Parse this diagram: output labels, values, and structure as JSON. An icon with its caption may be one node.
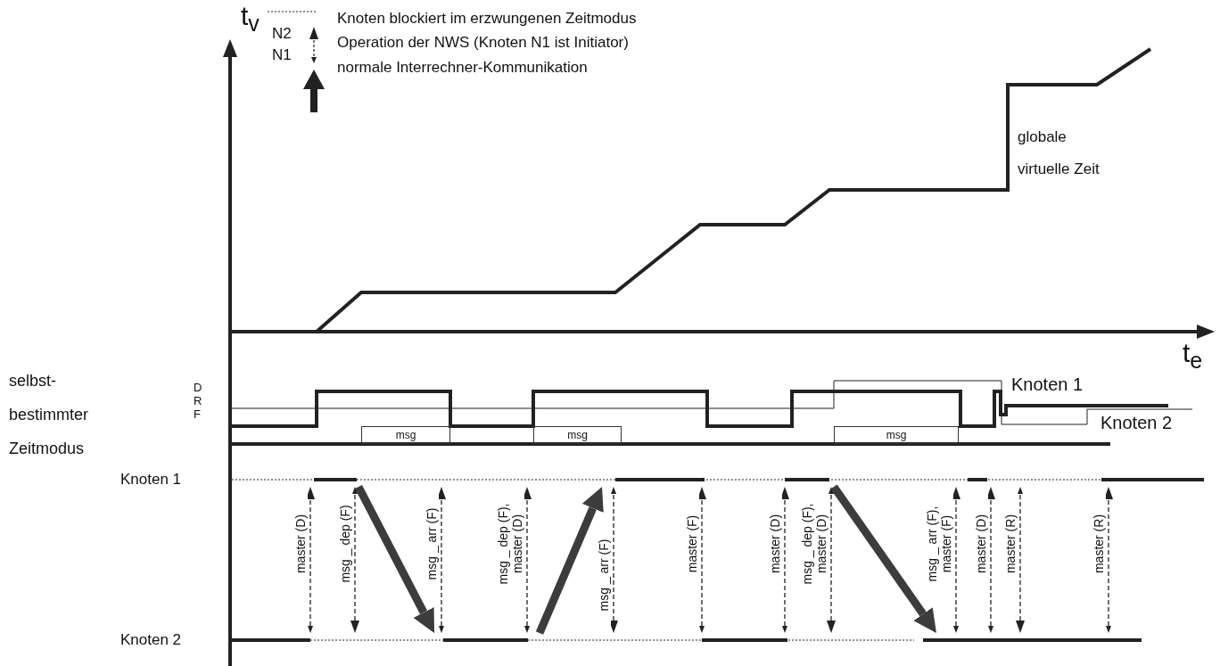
{
  "diagram": {
    "nodes": [
      {
        "text": [
          "msg"
        ]
      },
      {
        "text": [
          "msg"
        ]
      },
      {
        "text": [
          "msg"
        ]
      },
      {
        "text": [
          "Knoten 1"
        ]
      },
      {
        "text": [
          "Knoten 2"
        ]
      }
    ],
    "edges": [
      {
        "from": 4,
        "to": 3,
        "arrow": "both",
        "label": "master (D)",
        "style": "dashed"
      },
      {
        "from": 4,
        "to": 3,
        "arrow": "both",
        "label": "msg _ dep (F)",
        "style": "dashed"
      },
      {
        "from": 3,
        "to": 4,
        "arrow": "to",
        "style": "thick",
        "color": "#3c3c3c"
      },
      {
        "from": 4,
        "to": 3,
        "arrow": "both",
        "label": "msg _ arr (F)",
        "style": "dashed"
      },
      {
        "from": 4,
        "to": 3,
        "arrow": "both",
        "label": "msg _ dep (F), master (D)",
        "style": "dashed"
      },
      {
        "from": 4,
        "to": 3,
        "arrow": "to",
        "style": "thick",
        "color": "#3c3c3c"
      },
      {
        "from": 4,
        "to": 3,
        "arrow": "both",
        "label": "msg _ arr (F)",
        "style": "dashed"
      },
      {
        "from": 4,
        "to": 3,
        "arrow": "both",
        "label": "master (F)",
        "style": "dashed"
      },
      {
        "from": 4,
        "to": 3,
        "arrow": "both",
        "label": "master (D)",
        "style": "dashed"
      },
      {
        "from": 4,
        "to": 3,
        "arrow": "both",
        "label": "msg _ dep (F), master (D)",
        "style": "dashed"
      },
      {
        "from": 3,
        "to": 4,
        "arrow": "to",
        "style": "thick",
        "color": "#3c3c3c"
      },
      {
        "from": 4,
        "to": 3,
        "arrow": "both",
        "label": "msg _ arr (F), master (F)",
        "style": "dashed"
      },
      {
        "from": 4,
        "to": 3,
        "arrow": "both",
        "label": "master (D)",
        "style": "dashed"
      },
      {
        "from": 4,
        "to": 3,
        "arrow": "both",
        "label": "master (R)",
        "style": "dashed"
      },
      {
        "from": 4,
        "to": 3,
        "arrow": "both",
        "label": "master (R)",
        "style": "dashed"
      }
    ],
    "labels": [
      "t$_{v}$",
      "N2",
      "N1",
      "globale virtuelle Zeit",
      "t$_{e}$",
      "selbst- bestimmter Zeitmodus",
      "D",
      "R",
      "F",
      "Knoten 1",
      "Knoten 2"
    ],
    "legend": [
      {
        "text": "Knoten blockiert im erzwungenen Zeitmodus"
      },
      {
        "text": "Operation der NWS (Knoten N1 ist Initiator)"
      },
      {
        "text": "normale Interrechner-Kommunikation"
      }
    ]
  }
}
